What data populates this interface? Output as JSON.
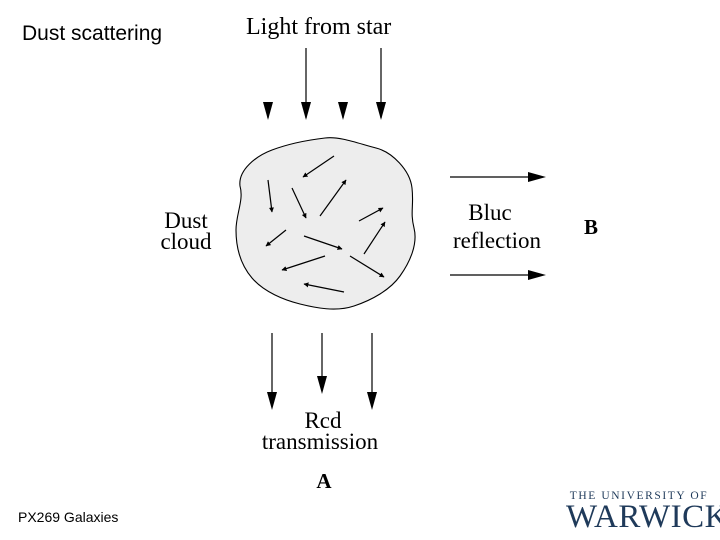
{
  "slide": {
    "title": "Dust scattering",
    "footer": "PX269 Galaxies"
  },
  "diagram": {
    "incoming_label": "Light from star",
    "cloud_label_line1": "Dust",
    "cloud_label_line2": "cloud",
    "reflection_label_line1": "Bluc",
    "reflection_label_line2": "reflection",
    "reflection_marker": "B",
    "transmission_label_line1": "Rcd",
    "transmission_label_line2": "transmission",
    "transmission_marker": "A"
  },
  "logo": {
    "top_text": "THE UNIVERSITY OF",
    "main_text": "WARWICK"
  },
  "colors": {
    "cloud_fill": "#ededed",
    "ink": "#000000",
    "logo_blue": "#1f3a5a"
  }
}
